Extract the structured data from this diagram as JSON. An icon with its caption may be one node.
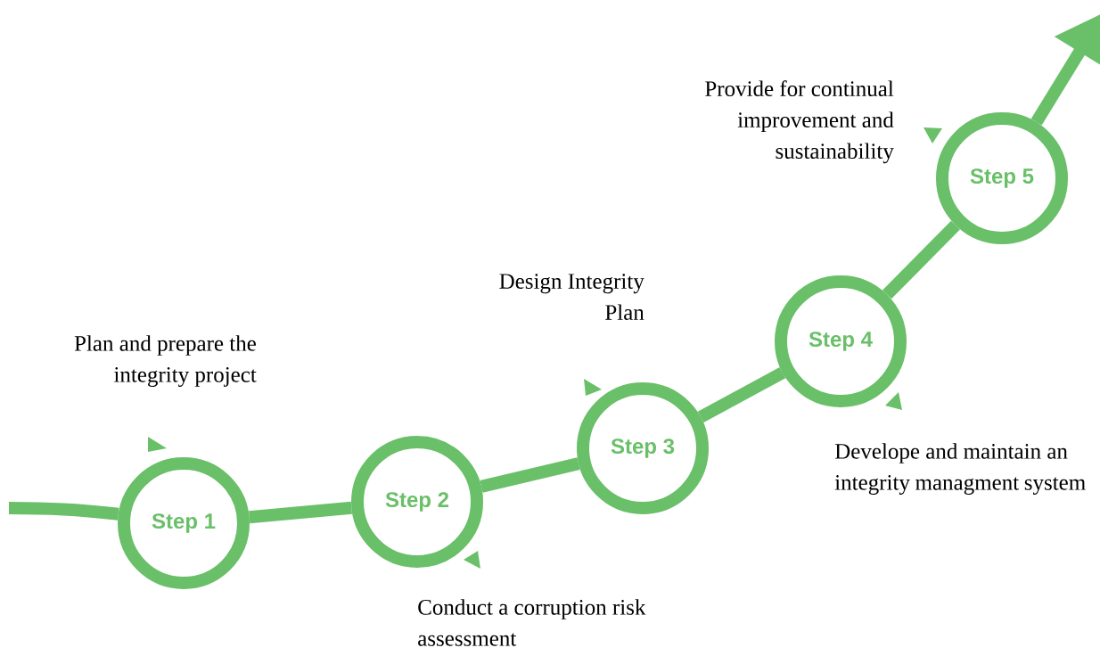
{
  "diagram": {
    "nodes": [
      {
        "text": [
          "Step 1"
        ],
        "beside": [
          "Plan and prepare the integrity project"
        ]
      },
      {
        "text": [
          "Step 2"
        ],
        "beside": [
          "Conduct a corruption risk assessment"
        ]
      },
      {
        "text": [
          "Step 3"
        ],
        "beside": [
          "Design Integrity Plan"
        ]
      },
      {
        "text": [
          "Step 4"
        ],
        "beside": [
          "Develope and maintain an integrity managment system"
        ]
      },
      {
        "text": [
          "Step 5"
        ],
        "beside": [
          "Provide for continual improvement and sustainability"
        ]
      }
    ],
    "edges": [
      {
        "from": null,
        "to": 0,
        "arrow": "none"
      },
      {
        "from": 0,
        "to": 1,
        "arrow": "none"
      },
      {
        "from": 1,
        "to": 2,
        "arrow": "none"
      },
      {
        "from": 2,
        "to": 3,
        "arrow": "none"
      },
      {
        "from": 3,
        "to": 4,
        "arrow": "none"
      },
      {
        "from": 4,
        "to": null,
        "arrow": "to"
      }
    ]
  }
}
